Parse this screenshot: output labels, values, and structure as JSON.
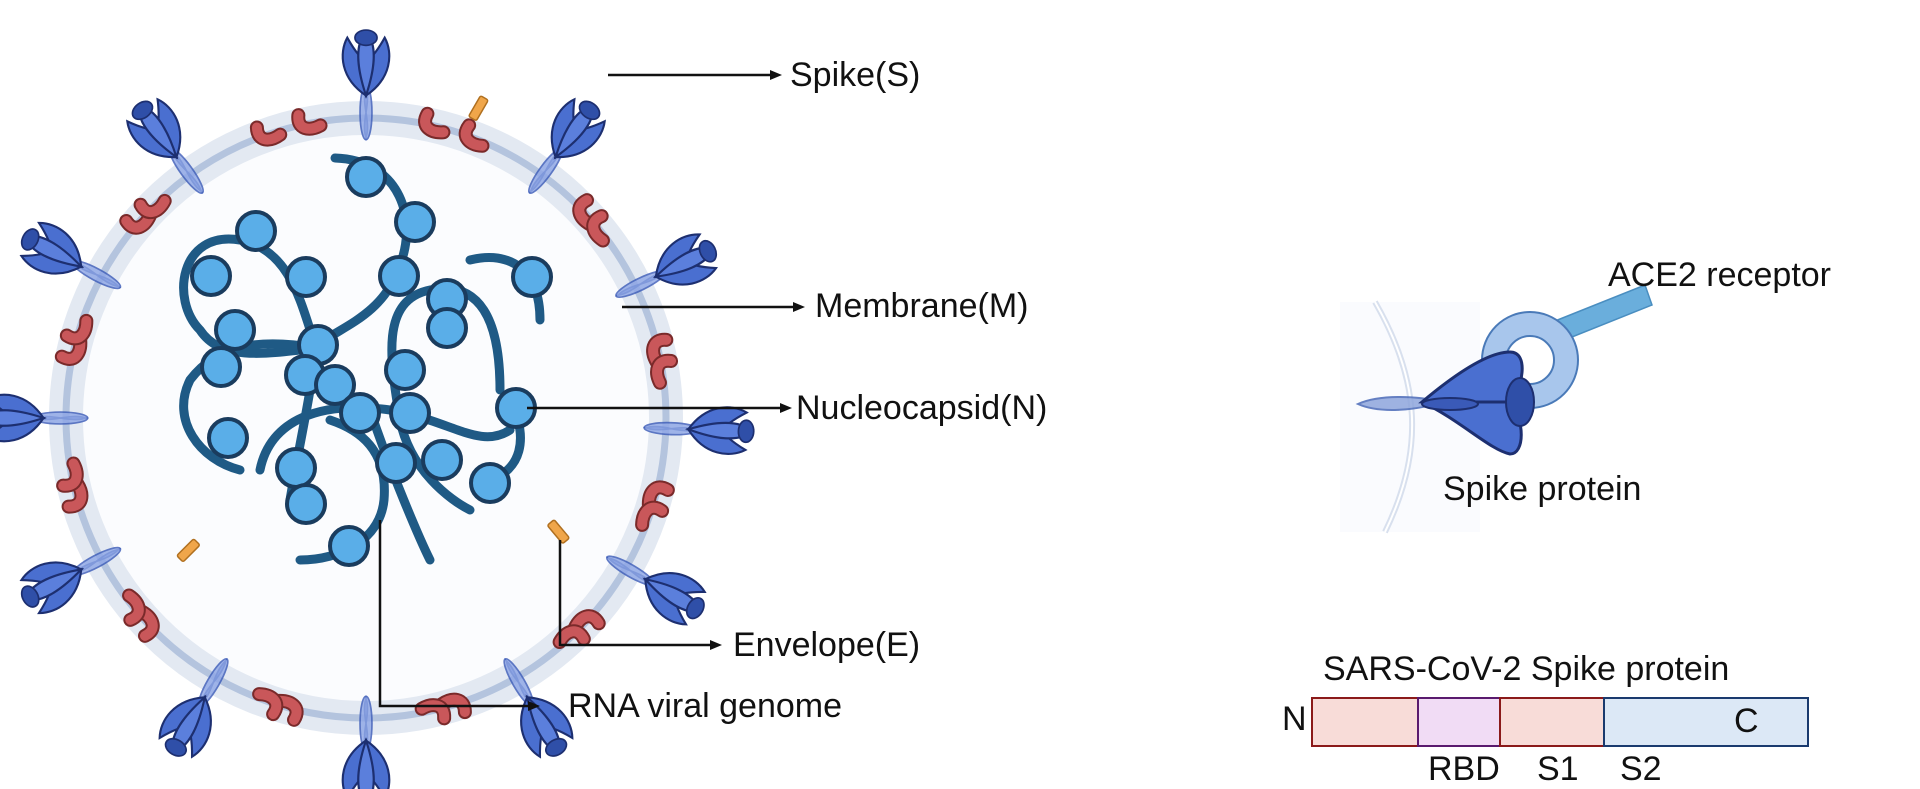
{
  "labels": {
    "spike": "Spike(S)",
    "membrane": "Membrane(M)",
    "nucleocapsid": "Nucleocapsid(N)",
    "envelope": "Envelope(E)",
    "rna": "RNA viral genome",
    "ace2": "ACE2 receptor",
    "spike_protein": "Spike protein"
  },
  "domain_map": {
    "title": "SARS-CoV-2  Spike protein",
    "n_term": "N",
    "c_term": "C",
    "segments": [
      {
        "name": "S1-N",
        "label": "",
        "color": "#f8dcd8",
        "border": "#8b1a1a"
      },
      {
        "name": "RBD",
        "label": "RBD",
        "color": "#f1dcf5",
        "border": "#5a1a6e"
      },
      {
        "name": "S1",
        "label": "S1",
        "color": "#f8dcd8",
        "border": "#8b1a1a"
      },
      {
        "name": "S2",
        "label": "S2",
        "color": "#dce8f6",
        "border": "#1a3a6e"
      }
    ]
  },
  "colors": {
    "spike": "#4a6fd0",
    "spike_dark": "#2f4fa8",
    "membrane_protein": "#c9575a",
    "envelope_protein": "#f0a64a",
    "nucleocapsid": "#5aaee8",
    "rna": "#1f5a85",
    "membrane_ring": "#c8d4e6",
    "ace2": "#6aaedc"
  }
}
